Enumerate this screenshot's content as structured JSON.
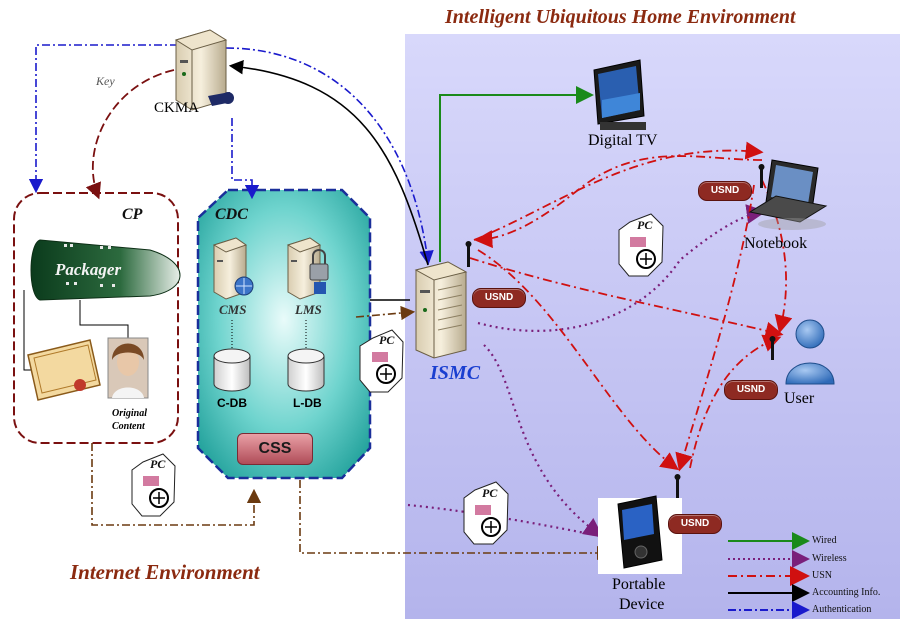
{
  "titles": {
    "home_env": "Intelligent Ubiquitous Home Environment",
    "internet_env": "Internet Environment"
  },
  "nodes": {
    "ckma": "CKMA",
    "key": "Key",
    "cp": "CP",
    "packager": "Packager",
    "original_content_1": "Original",
    "original_content_2": "Content",
    "cdc": "CDC",
    "cms": "CMS",
    "lms": "LMS",
    "cdb": "C-DB",
    "ldb": "L-DB",
    "css": "CSS",
    "ismc": "ISMC",
    "digital_tv": "Digital TV",
    "notebook": "Notebook",
    "user": "User",
    "portable_1": "Portable",
    "portable_2": "Device"
  },
  "usnd_label": "USND",
  "pc_label": "PC",
  "legend": [
    {
      "label": "Wired",
      "color": "#1a8a1a",
      "style": "solid"
    },
    {
      "label": "Wireless",
      "color": "#7a1f7a",
      "style": "dotted"
    },
    {
      "label": "USN",
      "color": "#d01010",
      "style": "dashdot"
    },
    {
      "label": "Accounting Info.",
      "color": "#000000",
      "style": "solid"
    },
    {
      "label": "Authentication",
      "color": "#1a1acc",
      "style": "dashdot"
    }
  ],
  "colors": {
    "home_bg": "#c8c8f4",
    "cp_border": "#7a1010",
    "cdc_fill": "#2fb8b0",
    "cdc_border": "#1a2f9a"
  }
}
